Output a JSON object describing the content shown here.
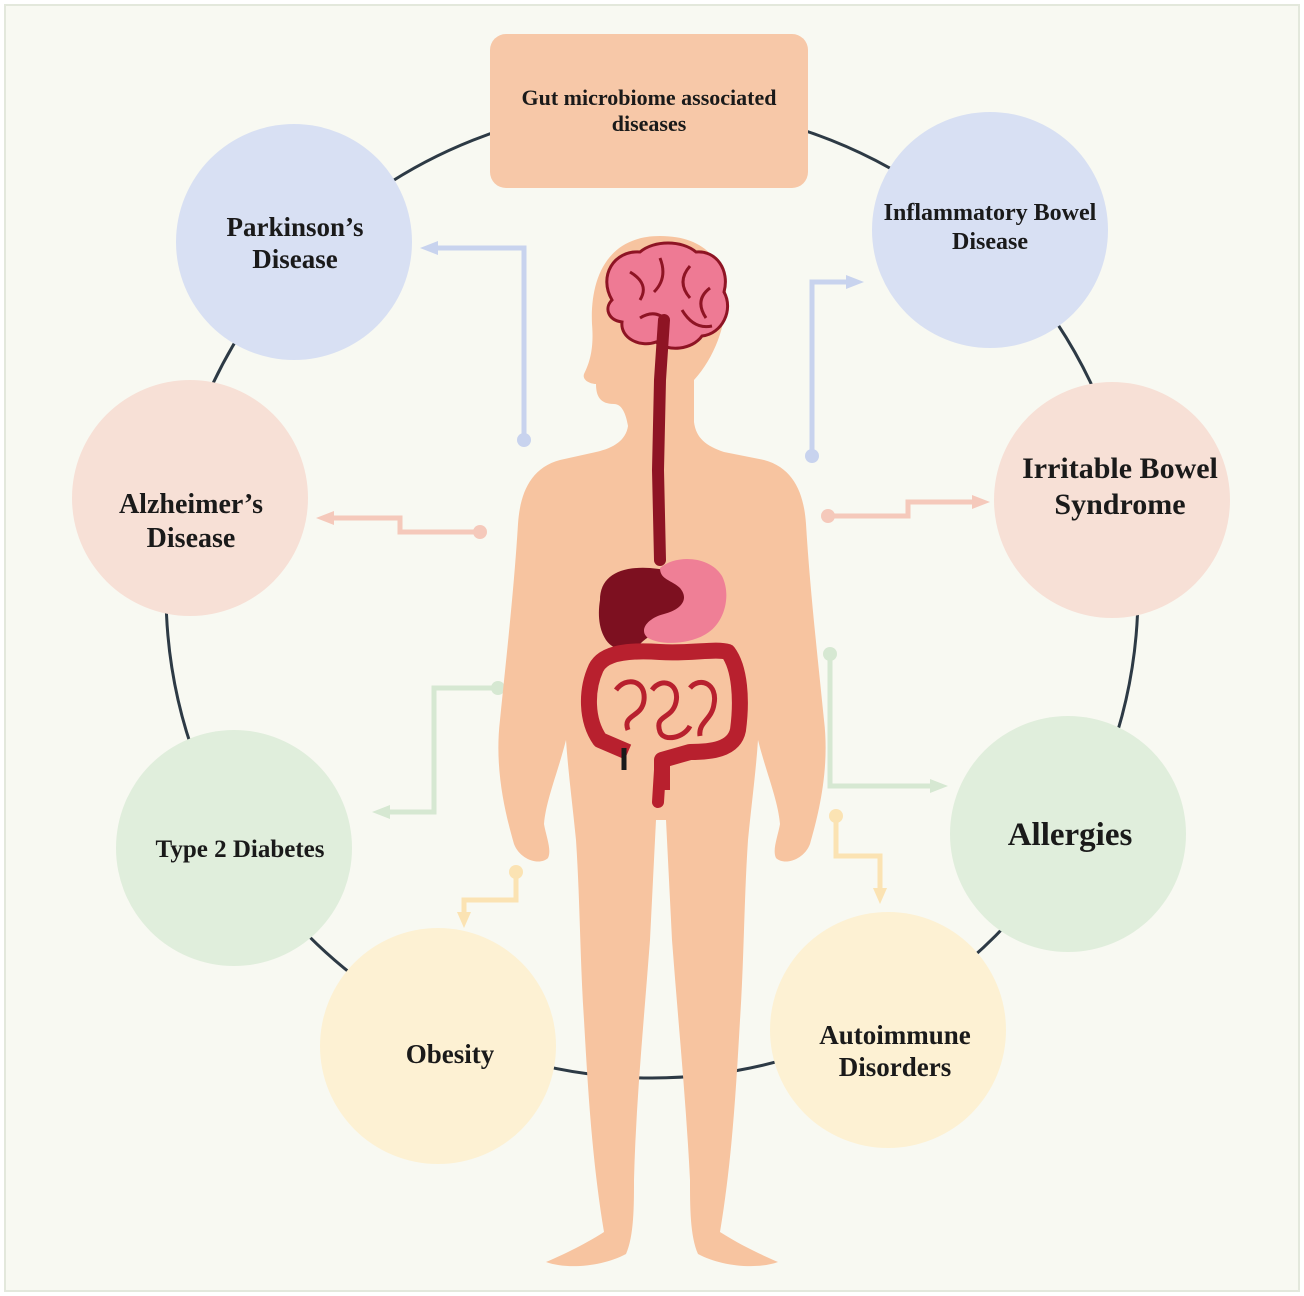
{
  "title": "Gut microbiome associated diseases",
  "diseases": {
    "parkinsons": "Parkinson’s Disease",
    "ibd": "Inflammatory Bowel Disease",
    "alzheimers": "Alzheimer’s Disease",
    "ibs": "Irritable Bowel Syndrome",
    "diabetes": "Type 2 Diabetes",
    "allergies": "Allergies",
    "obesity": "Obesity",
    "autoimmune": "Autoimmune Disorders"
  },
  "colors": {
    "background": "#f8f9f2",
    "ring": "#2d3a45",
    "title_box": "#f7c8a8",
    "blue_node": "#d8e0f3",
    "pink_node": "#f7e0d6",
    "green_node": "#e0eedc",
    "yellow_node": "#fdf1d3",
    "skin": "#f7c4a0",
    "organ_dark": "#8e1424",
    "organ_mid": "#b8202e",
    "brain": "#ee7a94"
  }
}
